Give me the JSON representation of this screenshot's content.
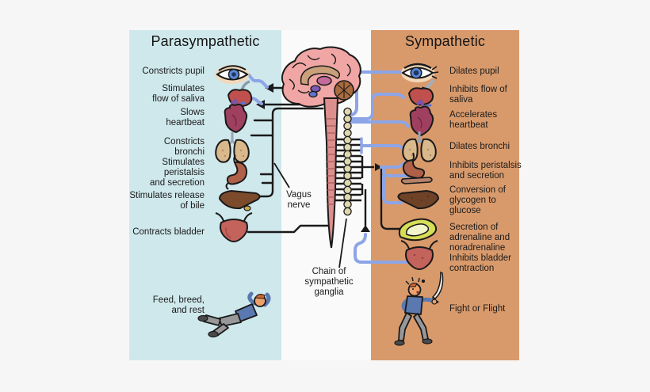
{
  "diagram": {
    "left_panel": {
      "title": "Parasympathetic",
      "labels": [
        "Constricts pupil",
        "Stimulates\nflow of saliva",
        "Slows\nheartbeat",
        "Constricts\nbronchi",
        "Stimulates\nperistalsis\nand secretion",
        "Stimulates release\nof bile",
        "Contracts bladder"
      ],
      "slogan": "Feed, breed,\nand rest"
    },
    "right_panel": {
      "title": "Sympathetic",
      "labels": [
        "Dilates pupil",
        "Inhibits flow of\nsaliva",
        "Accelerates\nheartbeat",
        "Dilates bronchi",
        "Inhibits peristalsis\nand secretion",
        "Conversion of\nglycogen to\nglucose",
        "Secretion of\nadrenaline and\nnoradrenaline",
        "Inhibits bladder\ncontraction"
      ],
      "slogan": "Fight or Flight"
    },
    "center": {
      "vagus_label": "Vagus\nnerve",
      "chain_label": "Chain of\nsympathetic\nganglia"
    },
    "colors": {
      "parasympathetic_panel": "#cfe8ec",
      "sympathetic_panel": "#d99a6b",
      "nerve_blue": "#8ca5e7",
      "nerve_black": "#1a1a1a",
      "background": "#f6f6f6"
    }
  }
}
